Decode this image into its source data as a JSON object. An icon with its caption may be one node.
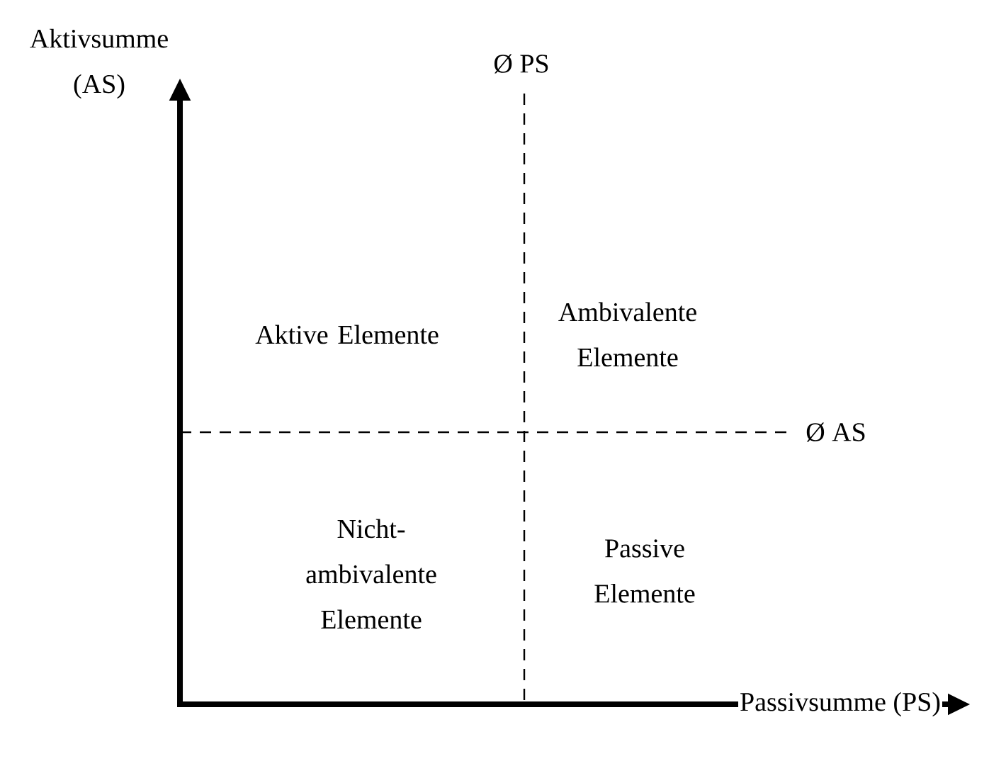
{
  "diagram": {
    "labels": [
      "Aktivsumme (AS)",
      "Ø PS",
      "Aktive Elemente",
      "Ambivalente Elemente",
      "Ø AS",
      "Nicht-ambivalente Elemente",
      "Passive Elemente",
      "Passivsumme (PS)"
    ]
  }
}
